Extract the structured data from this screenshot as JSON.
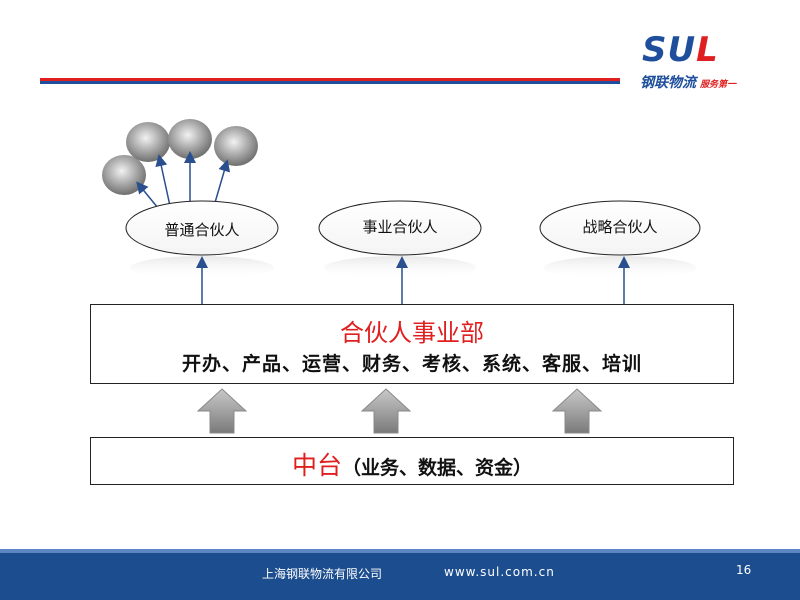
{
  "logo": {
    "letters": "SUL",
    "name": "钢联物流",
    "tag": "服务第一"
  },
  "partners": [
    {
      "label": "普通合伙人"
    },
    {
      "label": "事业合伙人"
    },
    {
      "label": "战略合伙人"
    }
  ],
  "department": {
    "title": "合伙人事业部",
    "functions": "开办、产品、运营、财务、考核、系统、客服、培训"
  },
  "middle_platform": {
    "title": "中台",
    "detail": "（业务、数据、资金）"
  },
  "footer": {
    "company": "上海钢联物流有限公司",
    "url": "www.sul.com.cn",
    "page": "16"
  },
  "colors": {
    "accent_red": "#e02020",
    "brand_blue": "#1f4f9c",
    "arrow_blue": "#2a4f8f"
  }
}
